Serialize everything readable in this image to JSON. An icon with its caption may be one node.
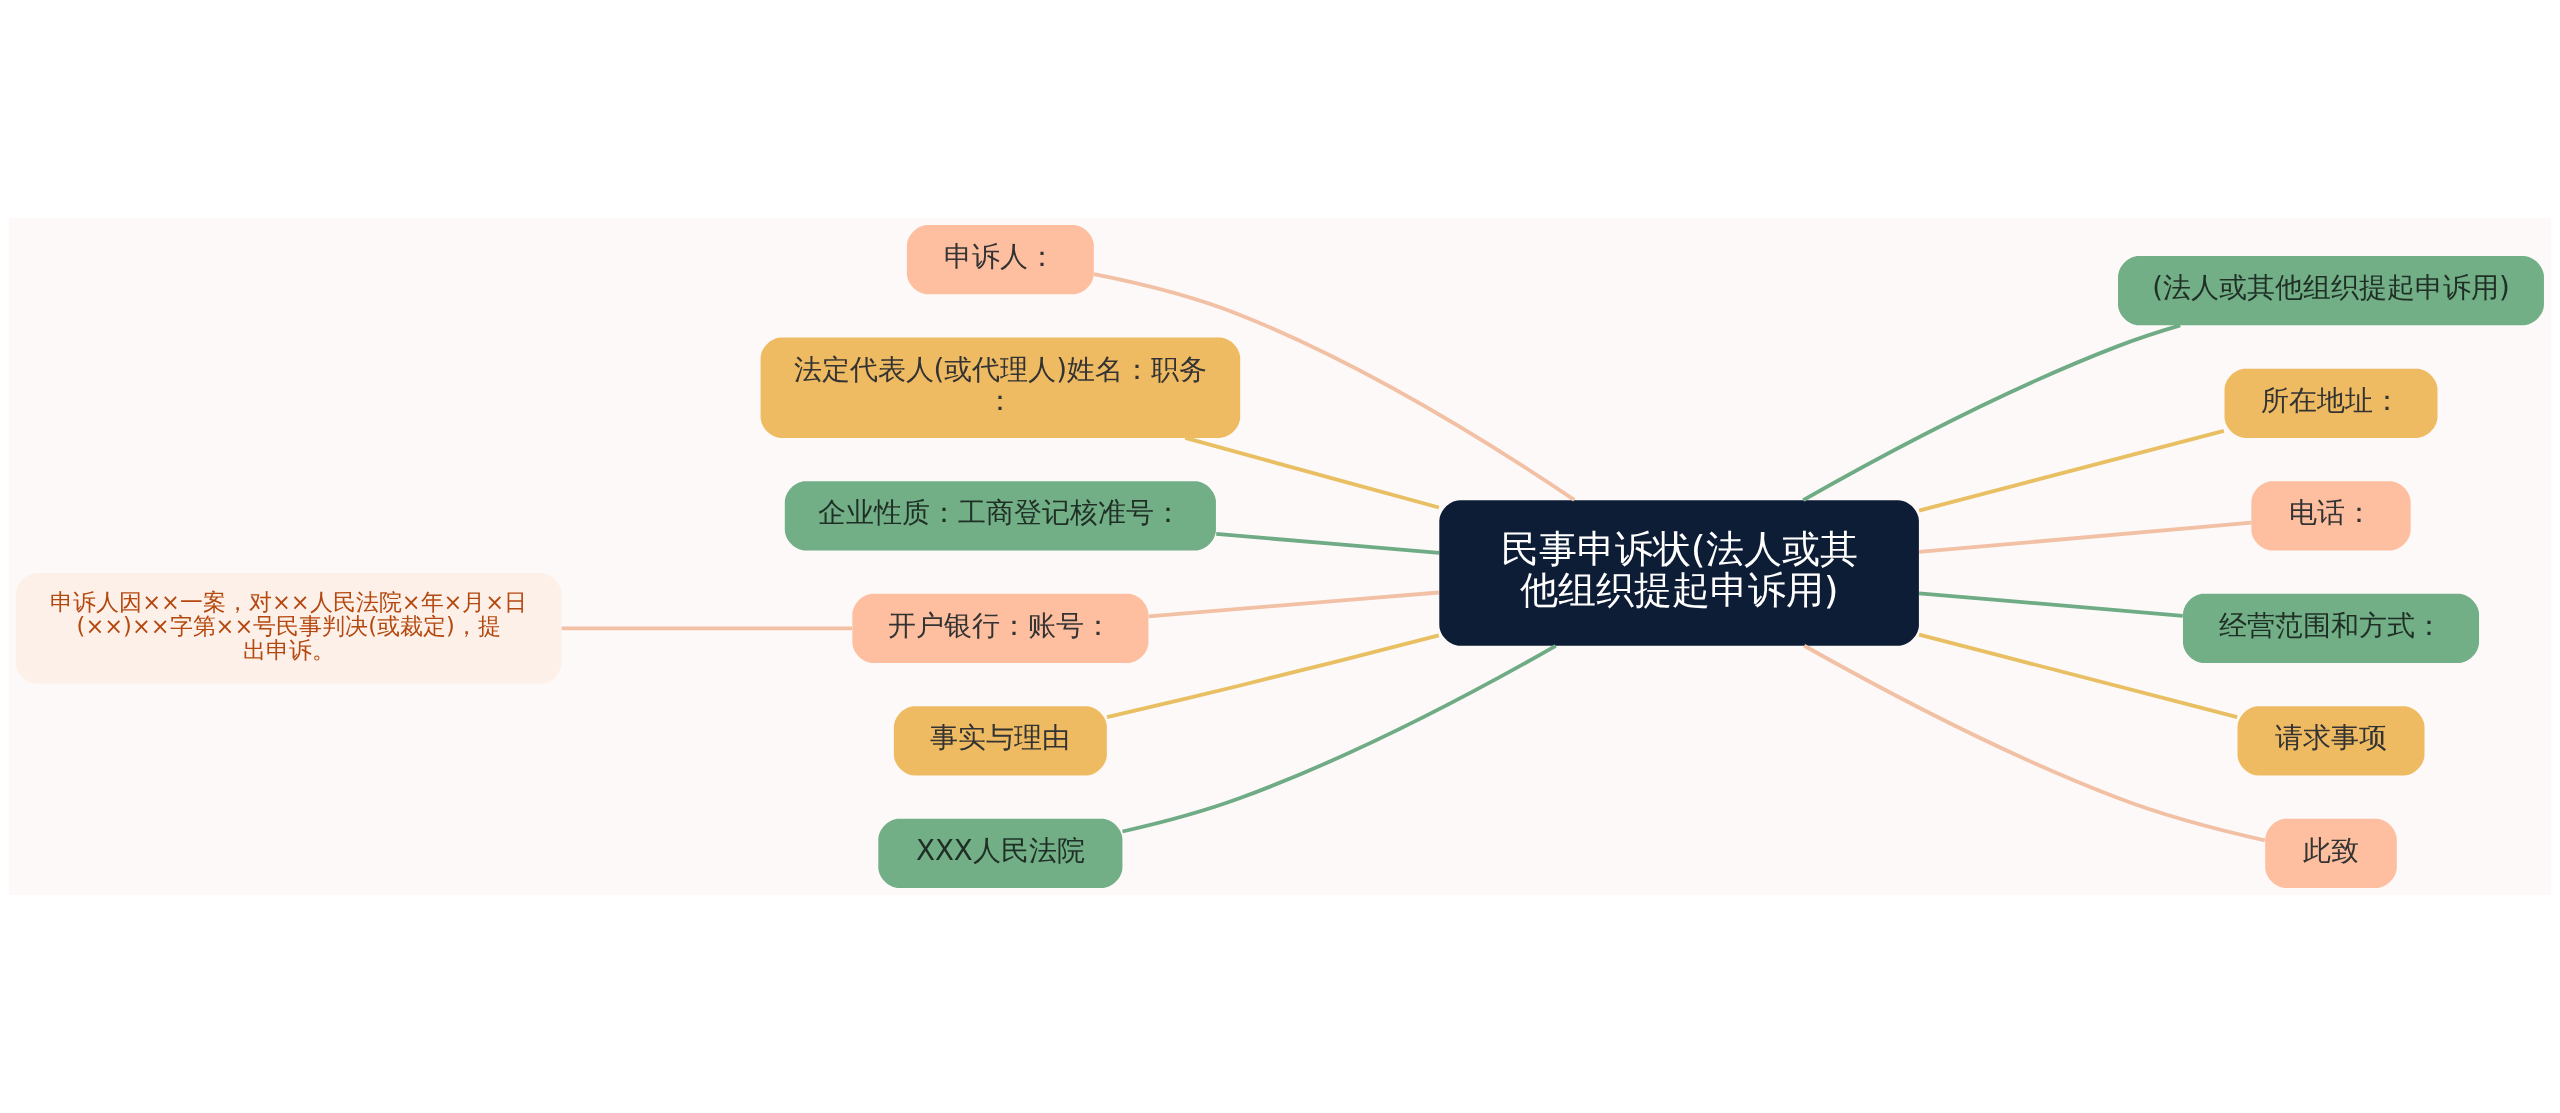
{
  "diagram": {
    "nodes": [
      {
        "text": [
          "民事申诉状(法人或其他组织提起申诉用)"
        ]
      },
      {
        "text": [
          "申诉人："
        ]
      },
      {
        "text": [
          "法定代表人(或代理人)姓名：职务："
        ]
      },
      {
        "text": [
          "企业性质：工商登记核准号："
        ]
      },
      {
        "text": [
          "开户银行：账号："
        ]
      },
      {
        "text": [
          "申诉人因××一案，对××人民法院×年×月×日(××)××字第××号民事判决(或裁定)，提出申诉。"
        ]
      },
      {
        "text": [
          "事实与理由"
        ]
      },
      {
        "text": [
          "XXX人民法院"
        ]
      },
      {
        "text": [
          "(法人或其他组织提起申诉用)"
        ]
      },
      {
        "text": [
          "所在地址："
        ]
      },
      {
        "text": [
          "电话："
        ]
      },
      {
        "text": [
          "经营范围和方式："
        ]
      },
      {
        "text": [
          "请求事项"
        ]
      },
      {
        "text": [
          "此致"
        ]
      }
    ],
    "edges": [
      {
        "from": 0,
        "to": 1,
        "arrow": "none"
      },
      {
        "from": 0,
        "to": 2,
        "arrow": "none",
        "color": "#e8bf62"
      },
      {
        "from": 0,
        "to": 3,
        "arrow": "none",
        "color": "#6fab85"
      },
      {
        "from": 0,
        "to": 4,
        "arrow": "none"
      },
      {
        "from": 4,
        "to": 5,
        "arrow": "none"
      },
      {
        "from": 0,
        "to": 6,
        "arrow": "none",
        "color": "#e8bf62"
      },
      {
        "from": 0,
        "to": 7,
        "arrow": "none",
        "color": "#6fab85"
      },
      {
        "from": 0,
        "to": 8,
        "arrow": "none",
        "color": "#6fab85"
      },
      {
        "from": 0,
        "to": 9,
        "arrow": "none",
        "color": "#e8bf62"
      },
      {
        "from": 0,
        "to": 10,
        "arrow": "none"
      },
      {
        "from": 0,
        "to": 11,
        "arrow": "none",
        "color": "#6fab85"
      },
      {
        "from": 0,
        "to": 12,
        "arrow": "none",
        "color": "#e8bf62"
      },
      {
        "from": 0,
        "to": 13,
        "arrow": "none"
      }
    ]
  }
}
